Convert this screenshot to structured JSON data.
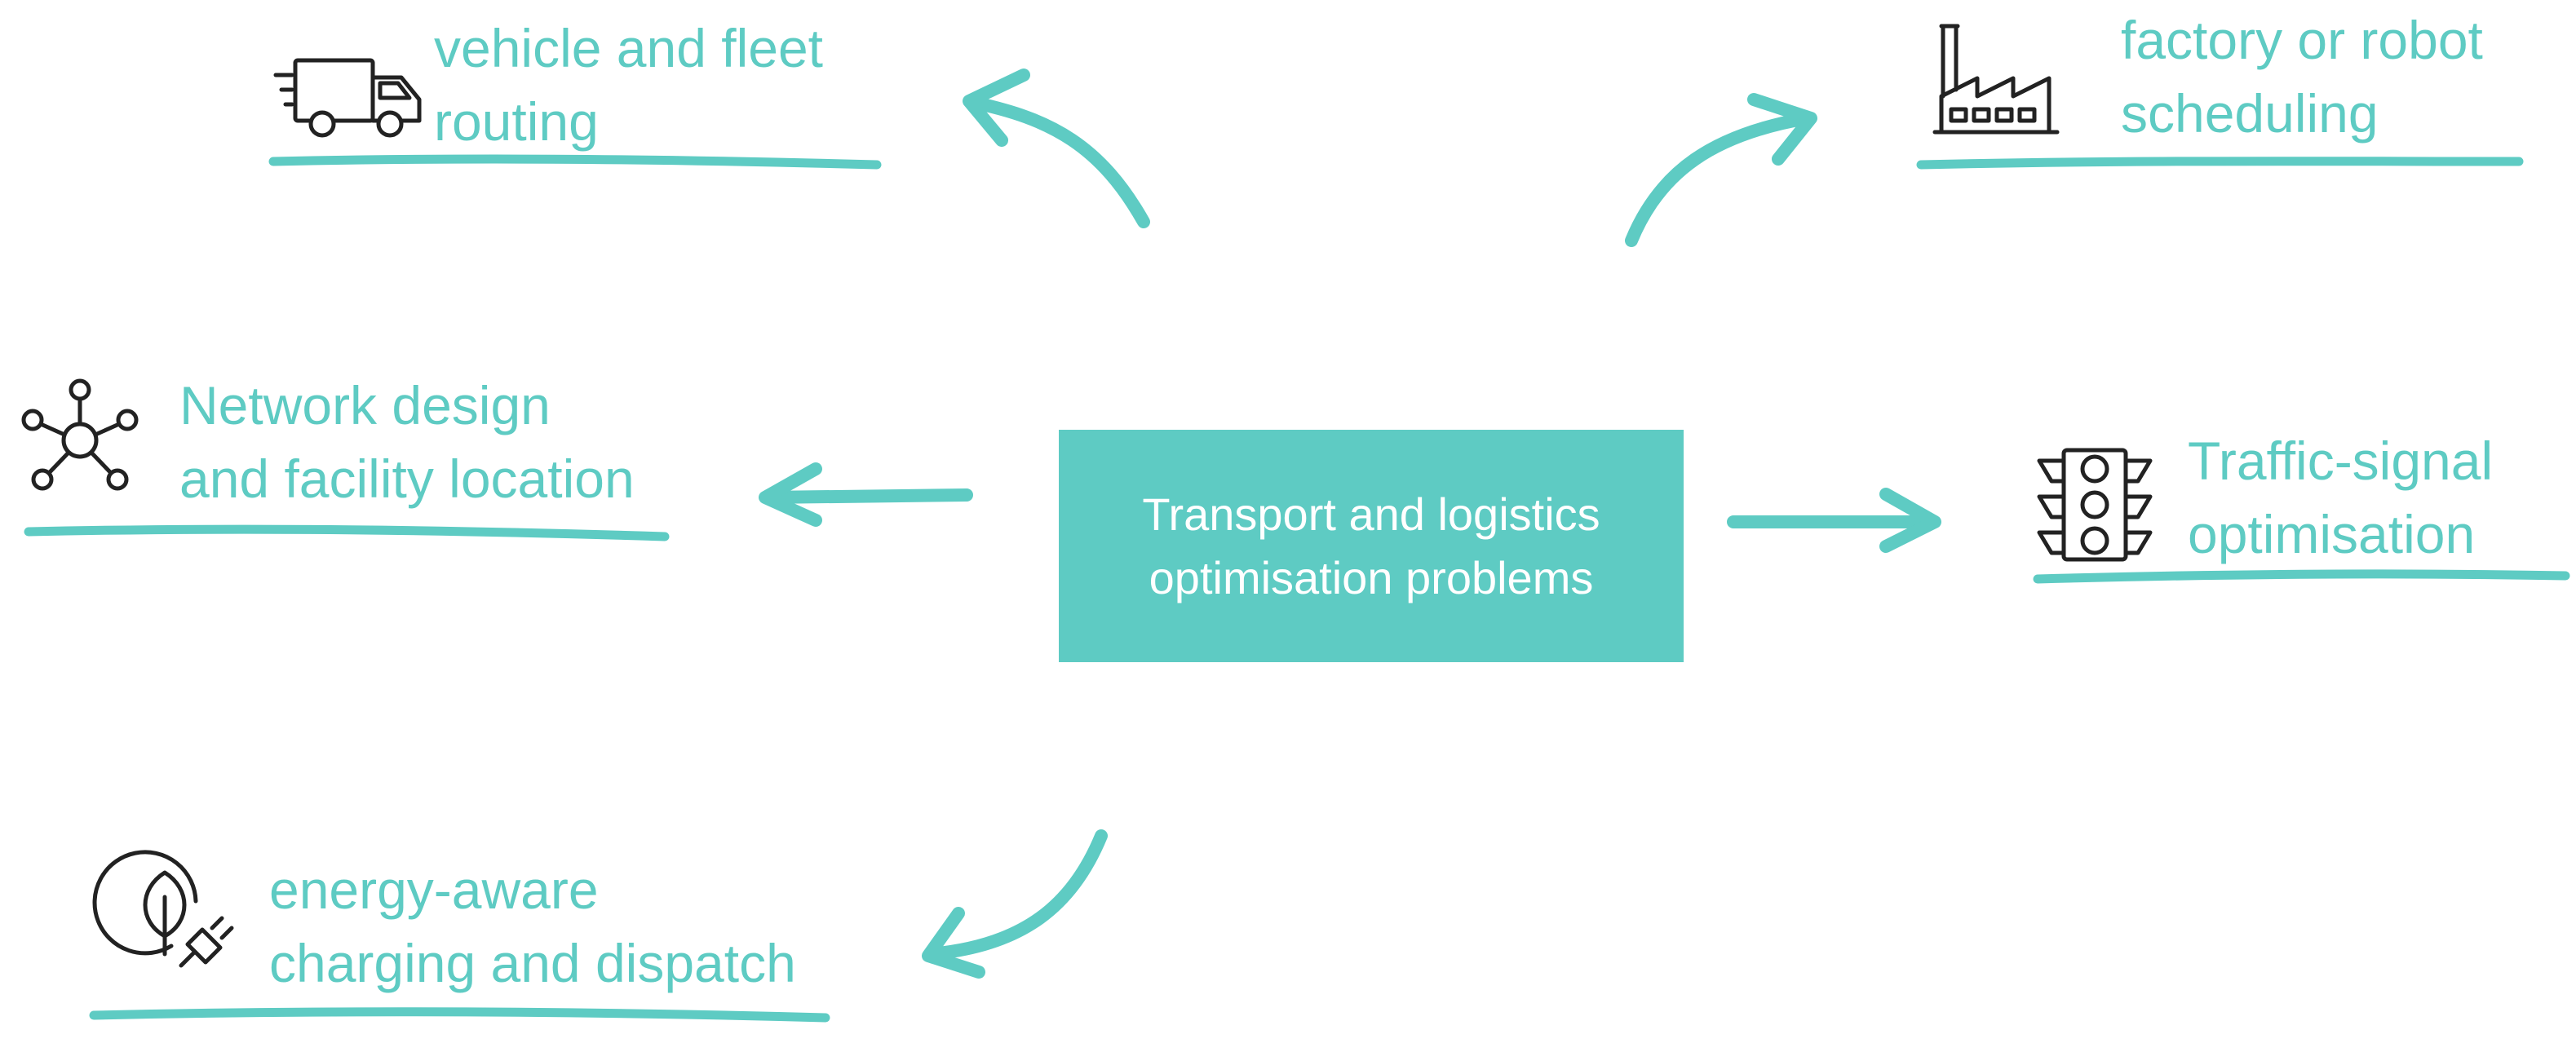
{
  "colors": {
    "accent": "#5ecbc3",
    "icon_stroke": "#222222",
    "background": "#ffffff"
  },
  "center": {
    "line1": "Transport and logistics",
    "line2": "optimisation problems"
  },
  "nodes": {
    "vehicle_routing": {
      "line1": "vehicle and fleet",
      "line2": "routing",
      "icon": "delivery-truck-icon"
    },
    "factory_scheduling": {
      "line1": "factory or robot",
      "line2": "scheduling",
      "icon": "factory-icon"
    },
    "network_design": {
      "line1": "Network design",
      "line2": "and facility location",
      "icon": "network-hub-icon"
    },
    "traffic_signal": {
      "line1": "Traffic-signal",
      "line2": "optimisation",
      "icon": "traffic-light-icon"
    },
    "energy_charging": {
      "line1": "energy-aware",
      "line2": "charging and dispatch",
      "icon": "eco-plug-icon"
    }
  }
}
